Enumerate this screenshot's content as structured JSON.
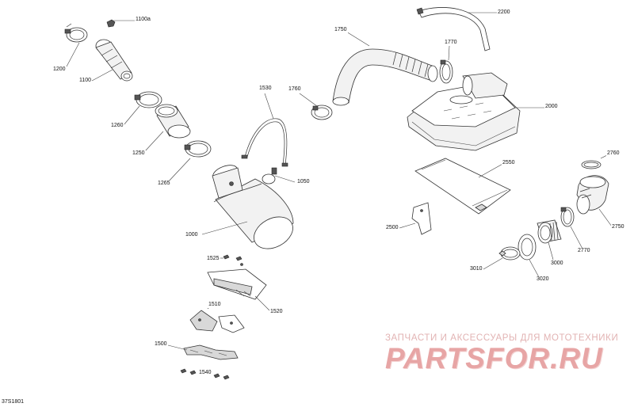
{
  "figure_code": "37S1801",
  "labels": [
    {
      "id": "1100a",
      "text": "1100a"
    },
    {
      "id": "1200",
      "text": "1200"
    },
    {
      "id": "1100",
      "text": "1100"
    },
    {
      "id": "1260",
      "text": "1260"
    },
    {
      "id": "1250",
      "text": "1250"
    },
    {
      "id": "1265",
      "text": "1265"
    },
    {
      "id": "1530",
      "text": "1530"
    },
    {
      "id": "1760",
      "text": "1760"
    },
    {
      "id": "1750",
      "text": "1750"
    },
    {
      "id": "1770",
      "text": "1770"
    },
    {
      "id": "2200",
      "text": "2200"
    },
    {
      "id": "2000",
      "text": "2000"
    },
    {
      "id": "1050",
      "text": "1050"
    },
    {
      "id": "1000",
      "text": "1000"
    },
    {
      "id": "2550",
      "text": "2550"
    },
    {
      "id": "2500",
      "text": "2500"
    },
    {
      "id": "2760",
      "text": "2760"
    },
    {
      "id": "2750",
      "text": "2750"
    },
    {
      "id": "2770",
      "text": "2770"
    },
    {
      "id": "3000",
      "text": "3000"
    },
    {
      "id": "3010",
      "text": "3010"
    },
    {
      "id": "3020",
      "text": "3020"
    },
    {
      "id": "1525",
      "text": "1525"
    },
    {
      "id": "1520",
      "text": "1520"
    },
    {
      "id": "1510",
      "text": "1510"
    },
    {
      "id": "1500",
      "text": "1500"
    },
    {
      "id": "1540",
      "text": "1540"
    }
  ],
  "watermark": {
    "tagline": "ЗАПЧАСТИ И АКСЕССУАРЫ ДЛЯ МОТОТЕХНИКИ",
    "logo": "PARTSFOR.RU"
  }
}
